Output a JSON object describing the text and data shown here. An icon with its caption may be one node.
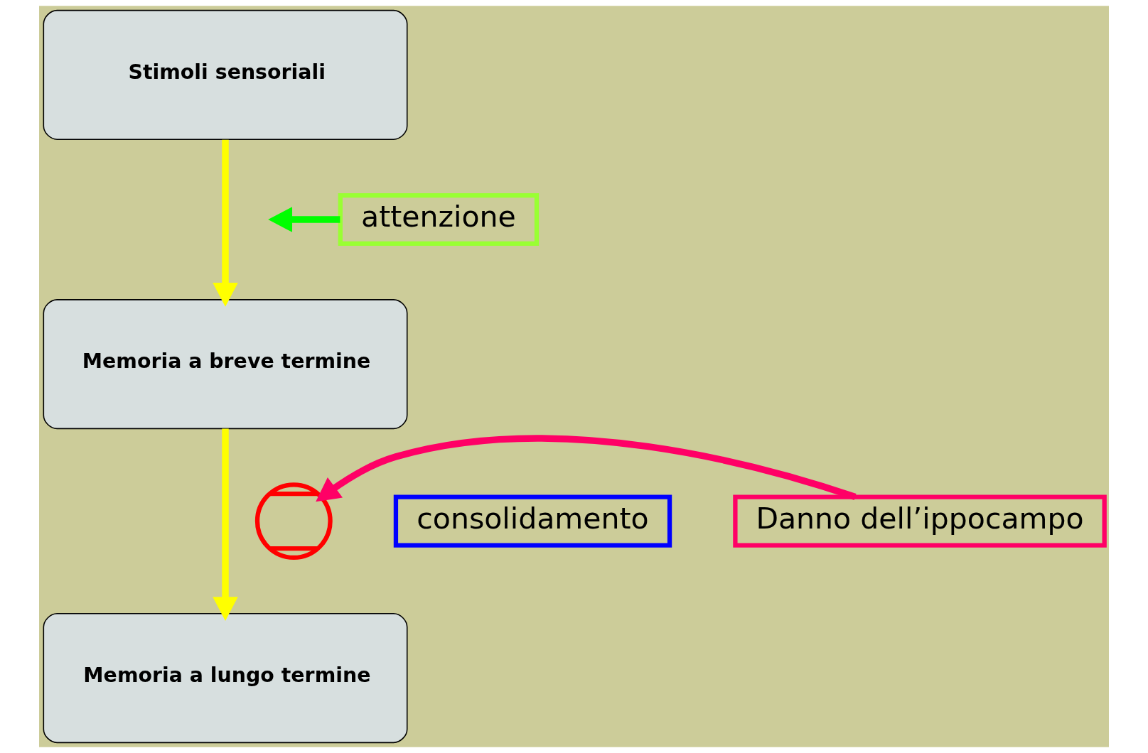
{
  "diagram": {
    "nodes": [
      {
        "text": [
          "Stimoli sensoriali"
        ]
      },
      {
        "text": [
          "Memoria a breve termine"
        ]
      },
      {
        "text": [
          "Memoria a lungo termine"
        ]
      },
      {
        "text": [
          "attenzione"
        ]
      },
      {
        "text": [
          "consolidamento"
        ]
      },
      {
        "text": [
          "Danno dell’ippocampo"
        ]
      },
      {
        "text": [],
        "shape": "cross"
      }
    ],
    "edges": [
      {
        "from": 0,
        "to": 1,
        "arrow": "to"
      },
      {
        "from": 1,
        "to": 2,
        "arrow": "to"
      },
      {
        "from": 3,
        "to": null,
        "arrow": "to",
        "color": "#00ff00"
      },
      {
        "from": 5,
        "to": 6,
        "arrow": "to",
        "color": "#ff0066"
      }
    ]
  }
}
